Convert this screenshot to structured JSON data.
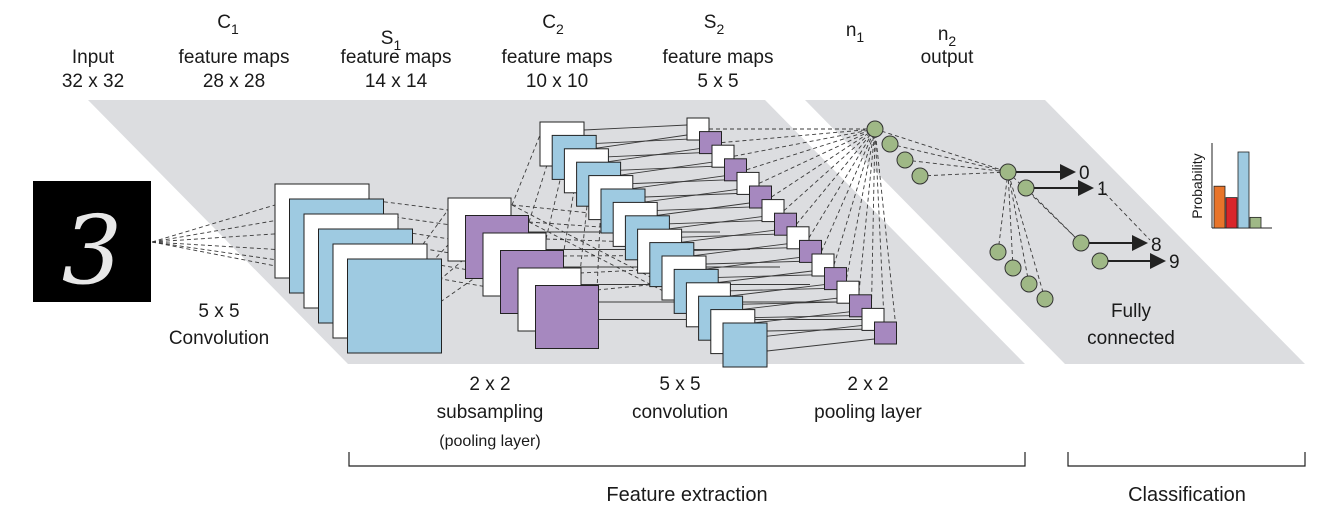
{
  "colors": {
    "plane": "#dcdde0",
    "blue_map": "#9ecae1",
    "purple_map": "#a688bf",
    "white_map": "#ffffff",
    "node_green": "#9fb886",
    "bar_orange": "#e8742a",
    "bar_red": "#d9252a",
    "bar_blue": "#9ecae1",
    "bar_green": "#9fb886",
    "line": "#333333"
  },
  "headers": {
    "input": {
      "line1": "Input",
      "line2": "32 x 32"
    },
    "c1": {
      "letter": "C",
      "sub": "1",
      "line2": "feature maps",
      "line3": "28 x 28"
    },
    "s1": {
      "letter": "S",
      "sub": "1",
      "line2": "feature maps",
      "line3": "14 x 14"
    },
    "c2": {
      "letter": "C",
      "sub": "2",
      "line2": "feature maps",
      "line3": "10 x 10"
    },
    "s2": {
      "letter": "S",
      "sub": "2",
      "line2": "feature maps",
      "line3": "5 x 5"
    },
    "n1": {
      "letter": "n",
      "sub": "1"
    },
    "n2": {
      "letter": "n",
      "sub": "2",
      "line2": "output"
    }
  },
  "input_digit": "3",
  "op_labels": {
    "conv1": {
      "line1": "5 x 5",
      "line2": "Convolution"
    },
    "subsampling": {
      "line1": "2 x 2",
      "line2": "subsampling",
      "line3": "(pooling layer)"
    },
    "conv2": {
      "line1": "5 x 5",
      "line2": "convolution"
    },
    "pooling": {
      "line1": "2 x 2",
      "line2": "pooling layer"
    },
    "fc": {
      "line1": "Fully",
      "line2": "connected"
    }
  },
  "outputs": [
    "0",
    "1",
    "8",
    "9"
  ],
  "probability_label": "Probability",
  "probability_bars": [
    0.55,
    0.4,
    1.0,
    0.14
  ],
  "brackets": {
    "feature_extraction": "Feature extraction",
    "classification": "Classification"
  }
}
